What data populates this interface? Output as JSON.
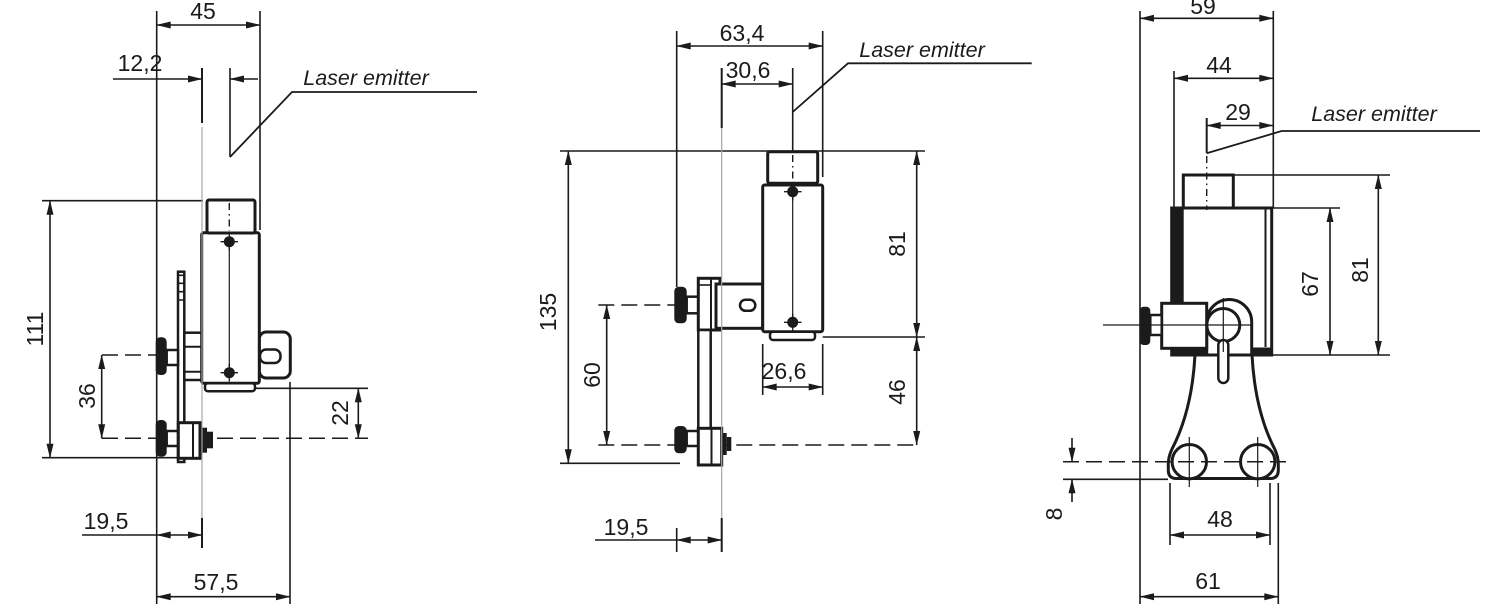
{
  "colors": {
    "line": "#1b1b1b",
    "axis": "#a6a6a6",
    "background": "#ffffff"
  },
  "views": {
    "left": {
      "laser_label": "Laser emitter",
      "dims": {
        "top_width": "45",
        "laser_offset": "12,2",
        "total_height": "111",
        "knob_span": "36",
        "bracket_drop": "22",
        "axis_offset": "19,5",
        "base_width": "57,5"
      }
    },
    "middle": {
      "laser_label": "Laser emitter",
      "dims": {
        "top_width": "63,4",
        "laser_offset": "30,6",
        "total_height": "135",
        "knob_span": "60",
        "upper_height": "81",
        "lower_height": "46",
        "body_width": "26,6",
        "axis_offset": "19,5"
      }
    },
    "right": {
      "laser_label": "Laser emitter",
      "dims": {
        "top_width": "59",
        "body_width": "44",
        "laser_offset": "29",
        "body_height": "67",
        "total_height": "81",
        "hole_offset": "8",
        "hole_span": "48",
        "base_width": "61"
      }
    }
  }
}
